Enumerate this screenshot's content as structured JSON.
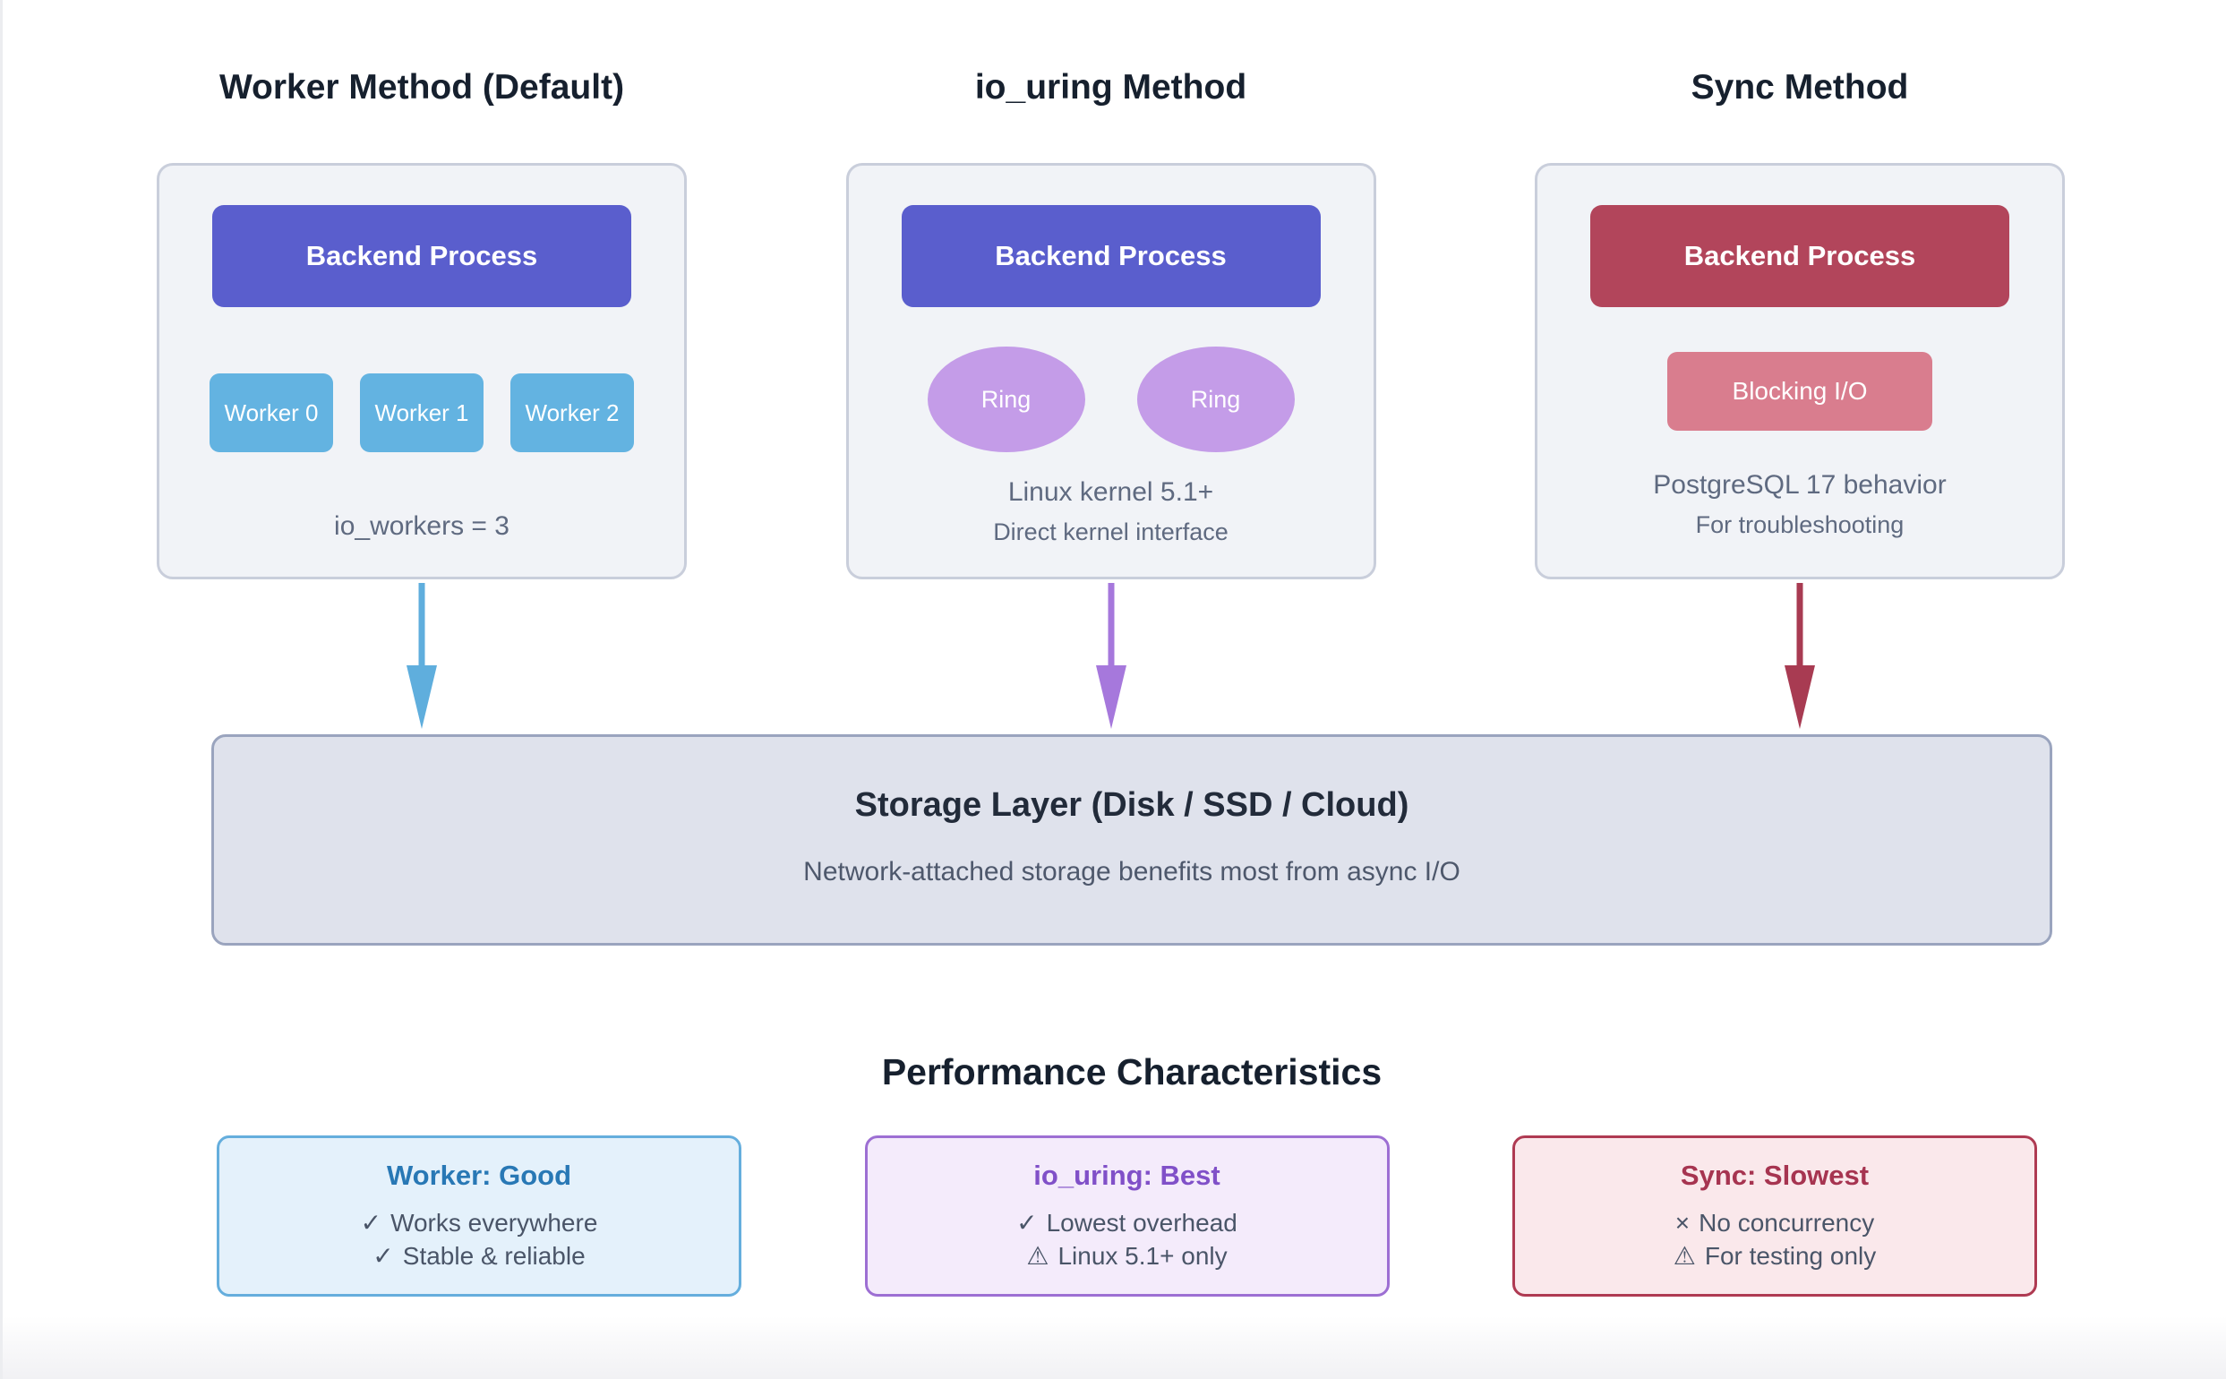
{
  "methods": [
    {
      "title": "Worker Method (Default)",
      "backend_label": "Backend Process",
      "backend_color": "#5A5ECD",
      "workers": [
        "Worker 0",
        "Worker 1",
        "Worker 2"
      ],
      "worker_color": "#63B3E1",
      "caption": "io_workers = 3",
      "arrow_color": "#5FAEDD"
    },
    {
      "title": "io_uring Method",
      "backend_label": "Backend Process",
      "backend_color": "#5A5ECD",
      "rings": [
        "Ring",
        "Ring"
      ],
      "ring_color": "#C49CE8",
      "caption": "Linux kernel 5.1+",
      "subcaption": "Direct kernel interface",
      "arrow_color": "#A678DC"
    },
    {
      "title": "Sync Method",
      "backend_label": "Backend Process",
      "backend_color": "#B2455B",
      "blocking_label": "Blocking I/O",
      "blocking_color": "#D97D8E",
      "caption": "PostgreSQL 17 behavior",
      "subcaption": "For troubleshooting",
      "arrow_color": "#A83B52"
    }
  ],
  "storage": {
    "title": "Storage Layer (Disk / SSD / Cloud)",
    "subtitle": "Network-attached storage benefits most from async I/O",
    "bg_color": "#DFE2EC",
    "border_color": "#9AA4BE"
  },
  "performance": {
    "heading": "Performance Characteristics",
    "cards": [
      {
        "title": "Worker: Good",
        "title_color": "#2878B5",
        "border_color": "#65AEDD",
        "bg_color": "#E4F1FB",
        "items": [
          {
            "icon": "✓",
            "icon_name": "check-icon",
            "text": "Works everywhere"
          },
          {
            "icon": "✓",
            "icon_name": "check-icon",
            "text": "Stable & reliable"
          }
        ]
      },
      {
        "title": "io_uring: Best",
        "title_color": "#8050C8",
        "border_color": "#9D6FD3",
        "bg_color": "#F4EBFB",
        "items": [
          {
            "icon": "✓",
            "icon_name": "check-icon",
            "text": "Lowest overhead"
          },
          {
            "icon": "⚠",
            "icon_name": "warning-icon",
            "text": "Linux 5.1+ only"
          }
        ]
      },
      {
        "title": "Sync: Slowest",
        "title_color": "#A63450",
        "border_color": "#AF3A52",
        "bg_color": "#FAE8EB",
        "items": [
          {
            "icon": "×",
            "icon_name": "cross-icon",
            "text": "No concurrency"
          },
          {
            "icon": "⚠",
            "icon_name": "warning-icon",
            "text": "For testing only"
          }
        ]
      }
    ]
  }
}
